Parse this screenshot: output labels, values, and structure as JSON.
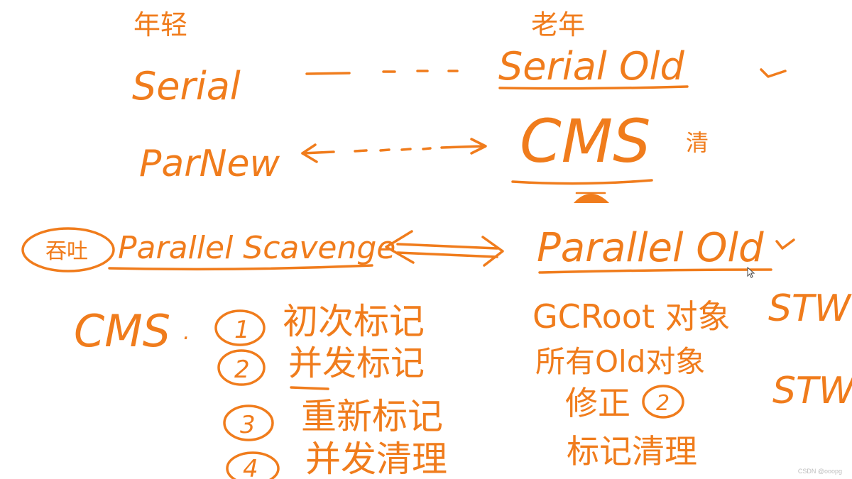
{
  "colors": {
    "ink": "#f07c1c",
    "background": "#ffffff",
    "watermark": "#bdbdbd"
  },
  "headers": {
    "young": "年轻",
    "old": "老年"
  },
  "pairs": {
    "serial": "Serial",
    "serial_old": "Serial Old",
    "parnew": "ParNew",
    "cms": "CMS",
    "cms_side_note": "清",
    "parallel_note": "吞吐",
    "parallel_scavenge": "Parallel Scavenge",
    "parallel_old": "Parallel Old"
  },
  "cms_steps": {
    "label": "CMS",
    "steps": [
      {
        "num": "1",
        "phase": "初次标记",
        "detail": "GCRoot 对象",
        "stw": "STW"
      },
      {
        "num": "2",
        "phase": "并发标记",
        "detail": "所有Old对象",
        "stw": ""
      },
      {
        "num": "3",
        "phase": "重新标记",
        "detail": "修正",
        "detail_ref": "2",
        "stw": "STW"
      },
      {
        "num": "4",
        "phase": "并发清理",
        "detail": "标记清理",
        "stw": ""
      }
    ]
  },
  "watermark": "CSDN @ooopg"
}
